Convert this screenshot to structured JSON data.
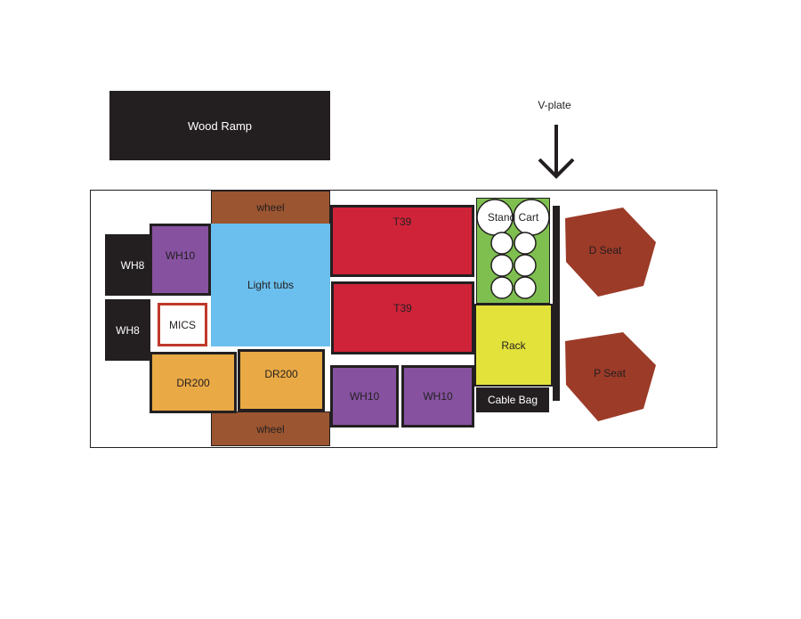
{
  "title_labels": {
    "ramp": "Wood Ramp",
    "vplate": "V-plate"
  },
  "items": {
    "wheel_top": "wheel",
    "wheel_bottom": "wheel",
    "wh8_top": "WH8",
    "wh8_bottom": "WH8",
    "wh10_left": "WH10",
    "mics": "MICS",
    "light_tubs": "Light tubs",
    "dr200_left": "DR200",
    "dr200_right": "DR200",
    "t39_top": "T39",
    "t39_bottom": "T39",
    "wh10_bottom_1": "WH10",
    "wh10_bottom_2": "WH10",
    "stand_cart": "Stand Cart",
    "rack": "Rack",
    "cable_bag": "Cable Bag",
    "d_seat": "D Seat",
    "p_seat": "P Seat"
  },
  "colors": {
    "black": "#231f20",
    "purple": "#8652a0",
    "blue": "#6bbfee",
    "red": "#cf2339",
    "orange": "#e9a945",
    "brown": "#9b5530",
    "green": "#7ebf4f",
    "yellow": "#e3e23b",
    "seat": "#9c3b28"
  }
}
